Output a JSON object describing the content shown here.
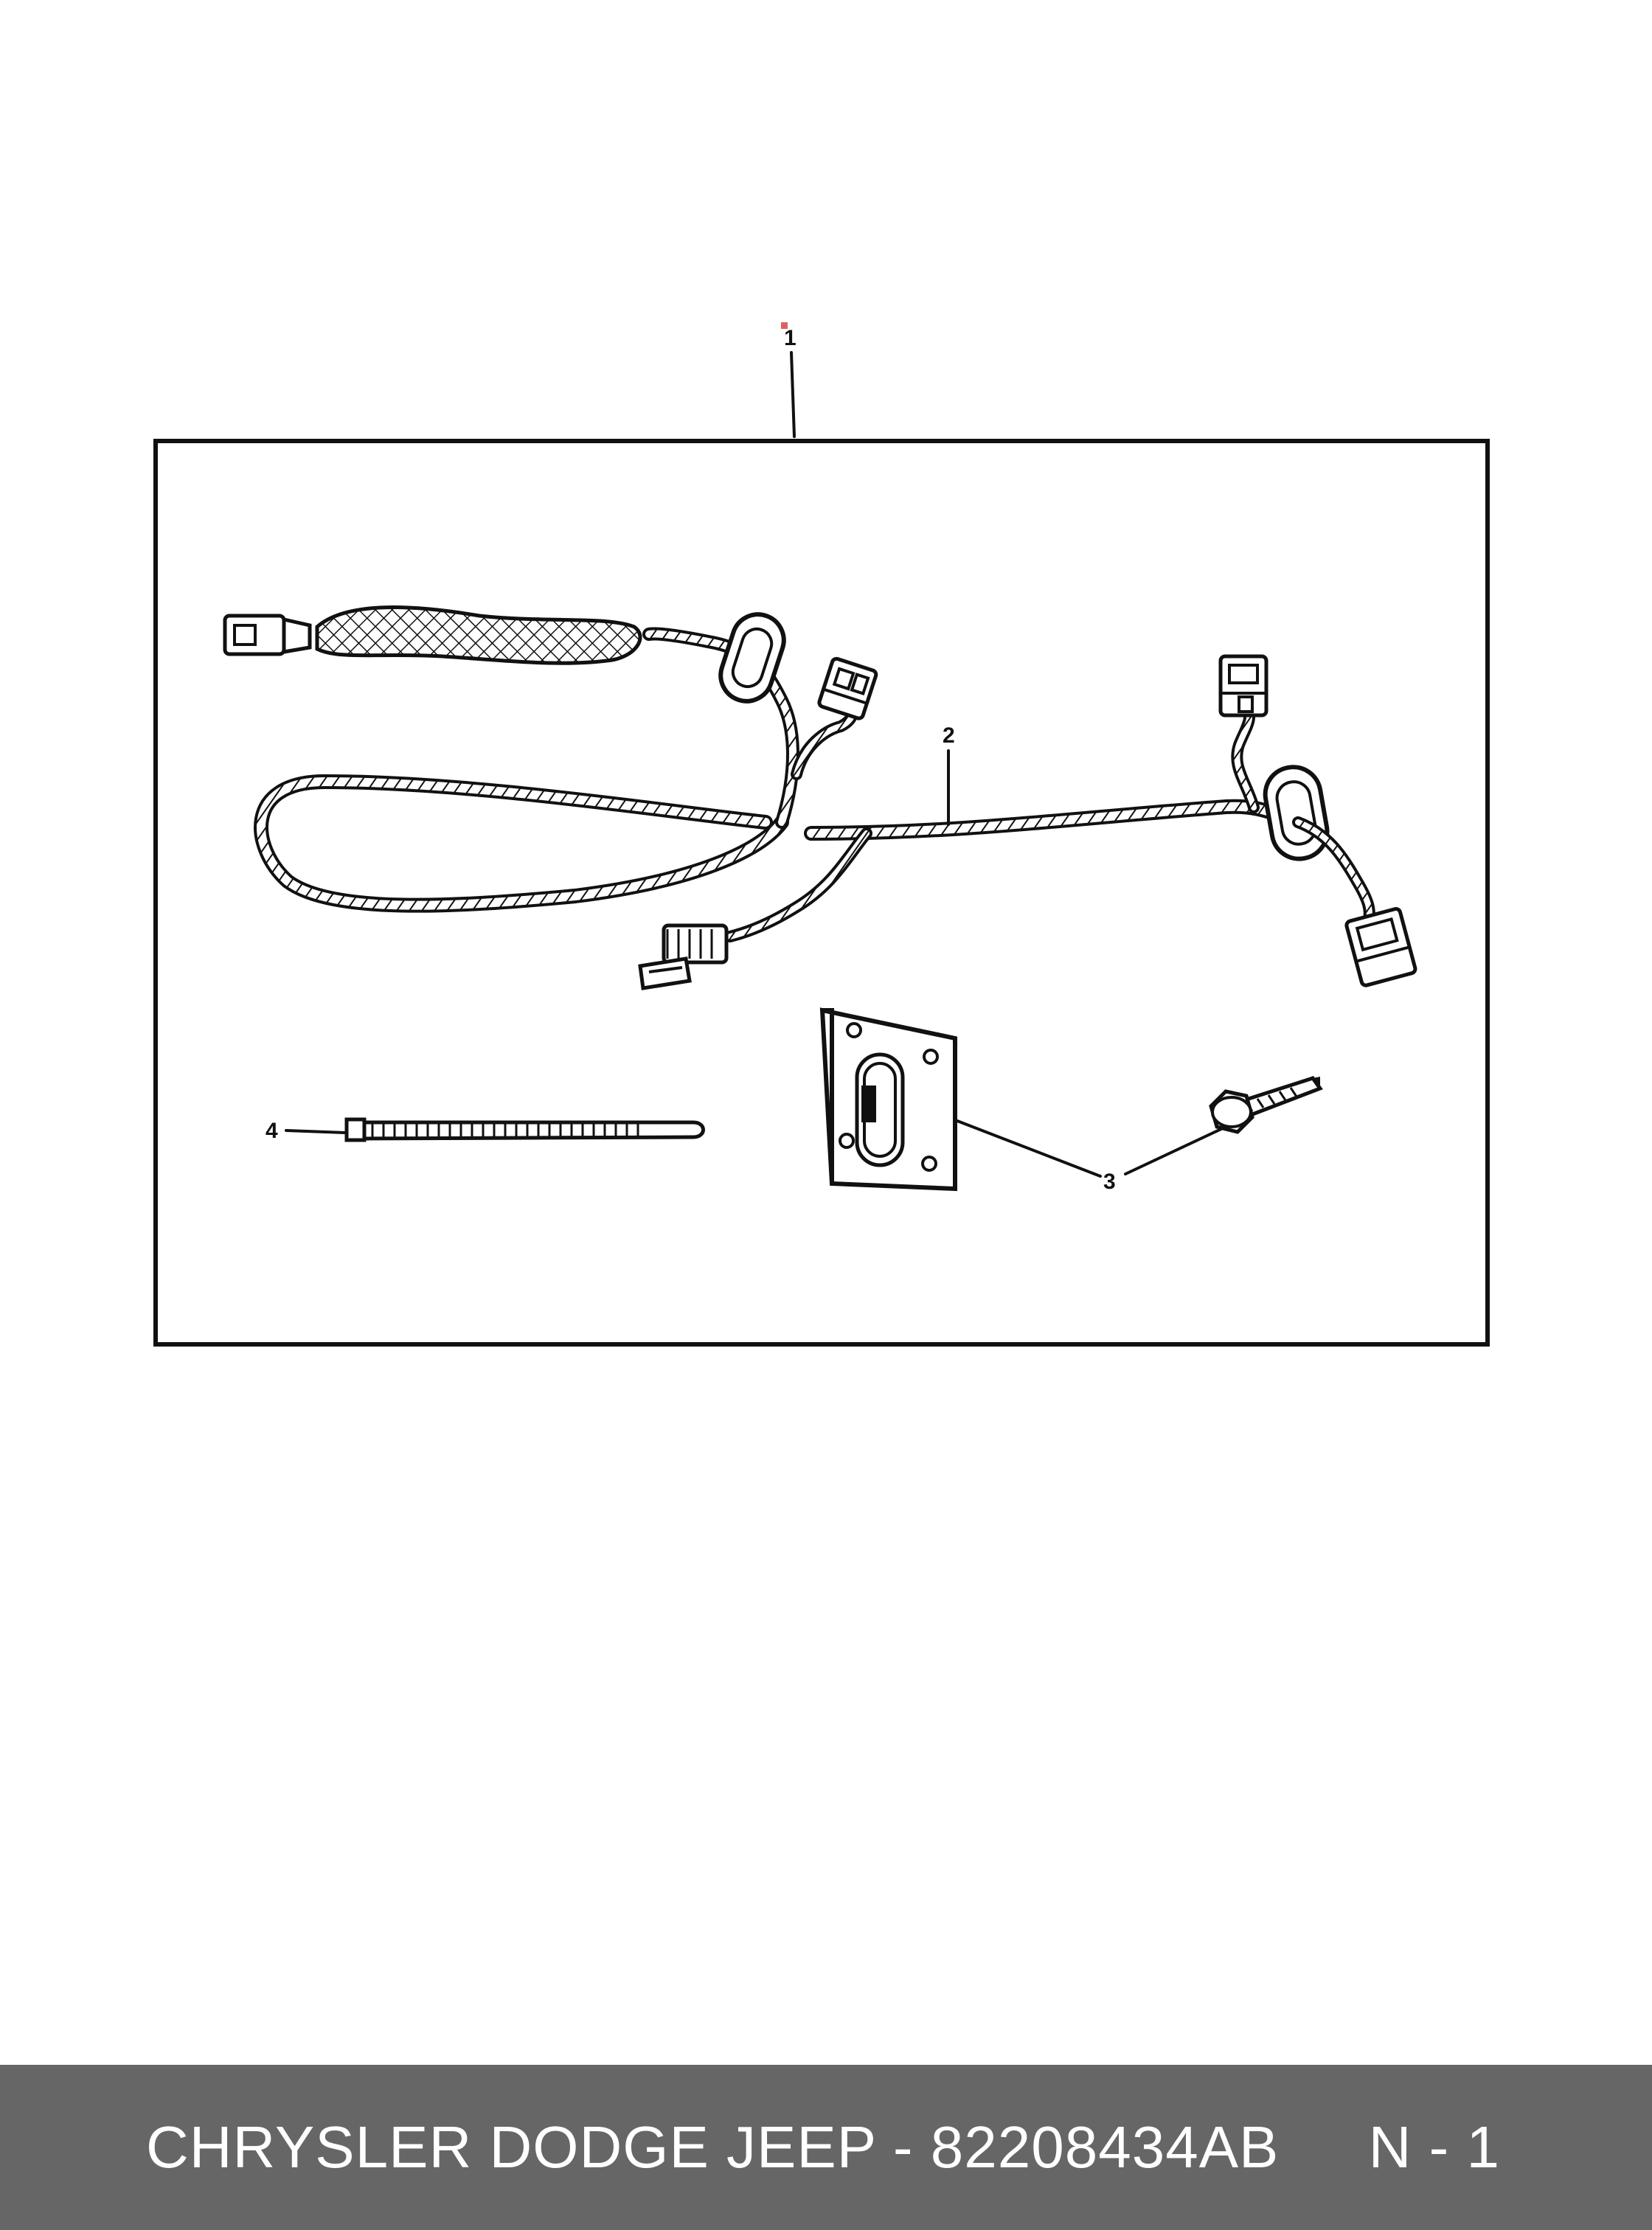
{
  "callouts": {
    "kit": "1",
    "harness": "2",
    "bracket_and_screw": "3",
    "cable_tie": "4"
  },
  "footer": {
    "title": "CHRYSLER DODGE JEEP - 82208434AB",
    "page": "N - 1"
  },
  "colors": {
    "footer_bg": "#666666",
    "footer_text": "#ffffff",
    "line": "#111111",
    "marker": "#e06060"
  }
}
